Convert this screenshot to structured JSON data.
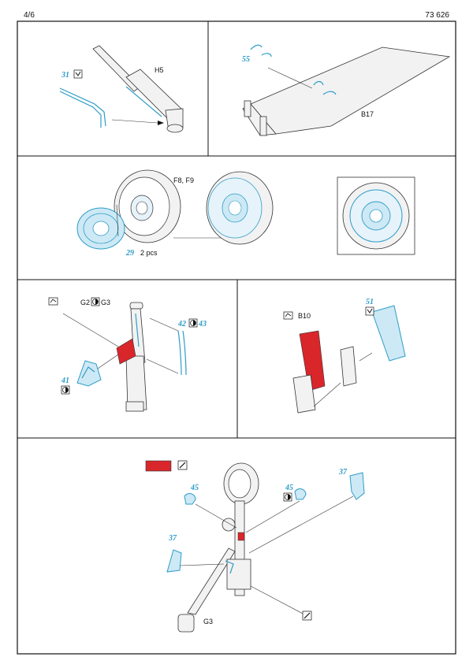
{
  "header": {
    "page": "4/6",
    "doc": "73 626"
  },
  "colors": {
    "etch_blue": "#2e9cc8",
    "paint_red": "#d9262b",
    "frame": "#111111"
  },
  "icons": [
    "bend-icon",
    "paint-icon",
    "half-fill-icon",
    "sanding-icon"
  ],
  "panel1": {
    "part_num": "31",
    "label": "H5"
  },
  "panel2": {
    "part_num": "55",
    "label": "B17"
  },
  "panel3": {
    "label": "F8, F9",
    "part_num": "29",
    "qty": "2 pcs"
  },
  "panel4": {
    "label": "G2",
    "label2": "G3",
    "part_num_a": "42",
    "part_num_b": "43",
    "part_num_c": "41"
  },
  "panel5": {
    "label": "B10",
    "part_num": "51"
  },
  "panel6": {
    "num_45a": "45",
    "num_45b": "45",
    "num_37a": "37",
    "num_37b": "37",
    "label": "G3"
  }
}
